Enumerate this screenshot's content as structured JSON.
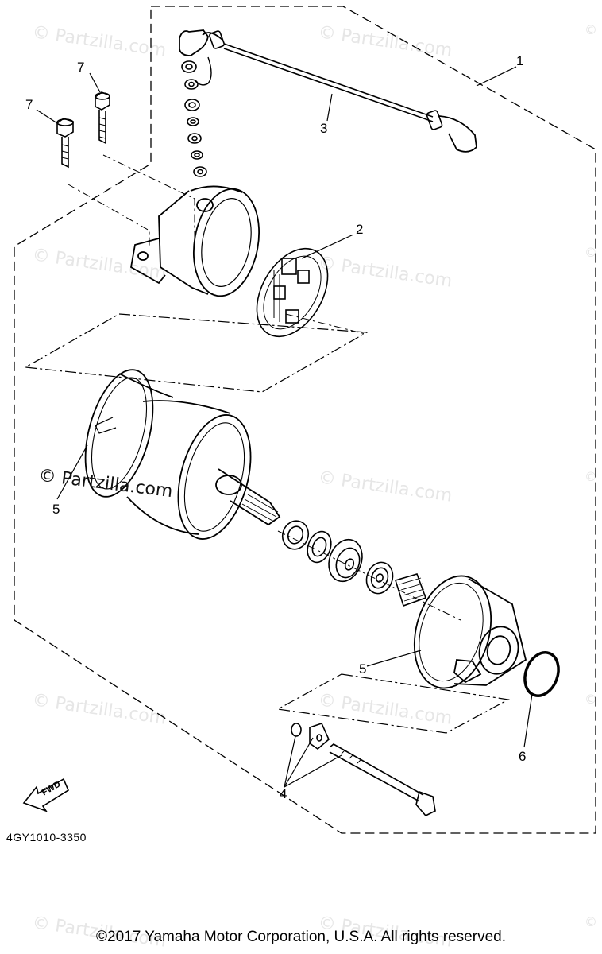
{
  "watermark": {
    "text": "© Partzilla.com",
    "corner_mark": "©"
  },
  "callouts": {
    "c1": "1",
    "c2": "2",
    "c3": "3",
    "c4": "4",
    "c5a": "5",
    "c5b": "5",
    "c6": "6",
    "c7a": "7",
    "c7b": "7"
  },
  "fwd_label": "FWD",
  "diagram_code": "4GY1010-3350",
  "footer_text": "©2017  Yamaha Motor Corporation, U.S.A. All rights reserved."
}
